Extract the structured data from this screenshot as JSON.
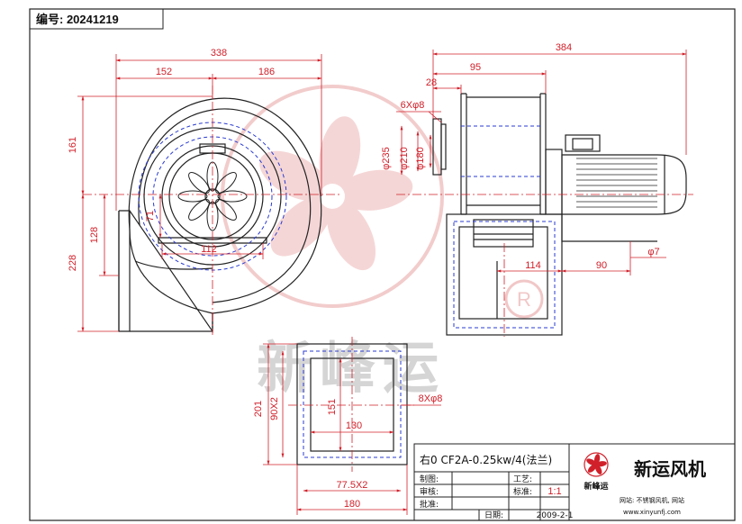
{
  "header": {
    "serial": "编号: 20241219"
  },
  "watermark": {
    "text": "新峰运",
    "registered": "R"
  },
  "dimensions": {
    "front": {
      "overall_width": "338",
      "left_part": "152",
      "right_part": "186",
      "upper_height": "161",
      "outlet_height": "128",
      "total_height": "228",
      "inner_71": "71",
      "base_112": "112"
    },
    "side": {
      "overall_length": "384",
      "to_motor": "95",
      "flange_offset": "28",
      "holes": "6Xφ8",
      "dia_235": "φ235",
      "dia_210": "φ210",
      "dia_180": "φ180",
      "base_114": "114",
      "base_90": "90",
      "hole_7": "φ7"
    },
    "flange": {
      "height_201": "201",
      "height_90x2": "90X2",
      "inner_151": "151",
      "width_130": "130",
      "holes": "8Xφ8",
      "width_77": "77.5X2",
      "width_180": "180"
    }
  },
  "title_block": {
    "model": "右0 CF2A-0.25kw/4(法兰)",
    "rows": [
      {
        "label": "制图:",
        "mid_label": "工艺:",
        "mid_value": ""
      },
      {
        "label": "审核:",
        "mid_label": "标准:",
        "mid_value": "1:1"
      },
      {
        "label": "批准:",
        "mid_label": "日期:",
        "mid_value": "2009-2-1"
      }
    ],
    "logo_caption": "新峰运",
    "company": "新运风机",
    "website_line": "网站: 不锈钢风机, 网站",
    "website_url": "www.xinyunfj.com"
  },
  "colors": {
    "dimension": "#d0202a",
    "outline": "#222222",
    "hidden": "#2a3bd0",
    "watermark_red": "#e8a3a3",
    "watermark_gray": "#c4c4c4"
  }
}
